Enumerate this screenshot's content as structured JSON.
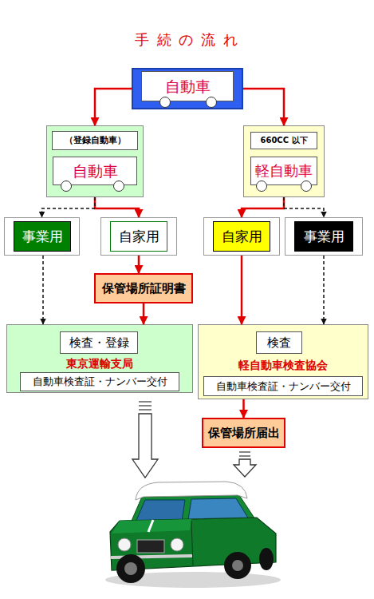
{
  "diagram": {
    "title": "手 続 の 流 れ",
    "nodes": [
      {
        "text": [
          "自動車"
        ]
      },
      {
        "text": [
          "（登録自動車）",
          "自動車"
        ]
      },
      {
        "text": [
          "660CC 以下",
          "軽自動車"
        ]
      },
      {
        "text": [
          "事業用"
        ]
      },
      {
        "text": [
          "自家用"
        ]
      },
      {
        "text": [
          "自家用"
        ]
      },
      {
        "text": [
          "事業用"
        ]
      },
      {
        "text": [
          "保管場所証明書"
        ]
      },
      {
        "text": [
          "検査・登録",
          "東京運輸支局",
          "自動車検査証・ナンバー交付"
        ]
      },
      {
        "text": [
          "検査",
          "軽自動車検査協会",
          "自動車検査証・ナンバー交付"
        ]
      },
      {
        "text": [
          "保管場所届出"
        ]
      }
    ],
    "edges": [
      {
        "from": 0,
        "to": 1,
        "arrow": "to"
      },
      {
        "from": 0,
        "to": 2,
        "arrow": "to"
      },
      {
        "from": 1,
        "to": 4,
        "arrow": "to"
      },
      {
        "from": 1,
        "to": 3,
        "arrow": "to"
      },
      {
        "from": 2,
        "to": 5,
        "arrow": "to"
      },
      {
        "from": 2,
        "to": 6,
        "arrow": "to"
      },
      {
        "from": 4,
        "to": 7,
        "arrow": "to"
      },
      {
        "from": 7,
        "to": 8,
        "arrow": "to"
      },
      {
        "from": 3,
        "to": 8,
        "arrow": "to"
      },
      {
        "from": 5,
        "to": 9,
        "arrow": "to"
      },
      {
        "from": 6,
        "to": 9,
        "arrow": "to"
      },
      {
        "from": 9,
        "to": 10,
        "arrow": "to"
      }
    ]
  }
}
